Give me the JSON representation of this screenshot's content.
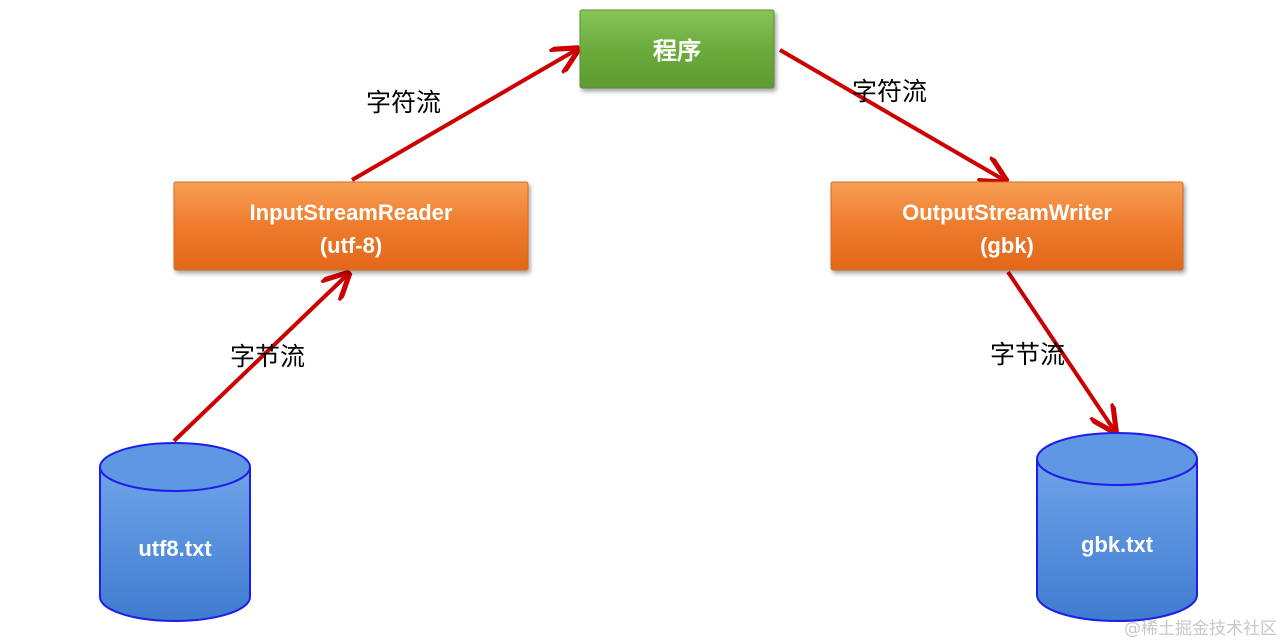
{
  "nodes": {
    "program": {
      "label": "程序"
    },
    "reader": {
      "line1": "InputStreamReader",
      "line2": "(utf-8)"
    },
    "writer": {
      "line1": "OutputStreamWriter",
      "line2": "(gbk)"
    },
    "source_file": {
      "label": "utf8.txt"
    },
    "target_file": {
      "label": "gbk.txt"
    }
  },
  "edges": {
    "source_to_reader": {
      "label": "字节流"
    },
    "reader_to_program": {
      "label": "字符流"
    },
    "program_to_writer": {
      "label": "字符流"
    },
    "writer_to_target": {
      "label": "字节流"
    }
  },
  "watermark": "@稀土掘金技术社区",
  "colors": {
    "program_fill": "#6bab3c",
    "converter_fill": "#ee7a2c",
    "file_fill": "#4a86d6",
    "file_stroke": "#1e1ee6",
    "arrow": "#cc0000"
  }
}
